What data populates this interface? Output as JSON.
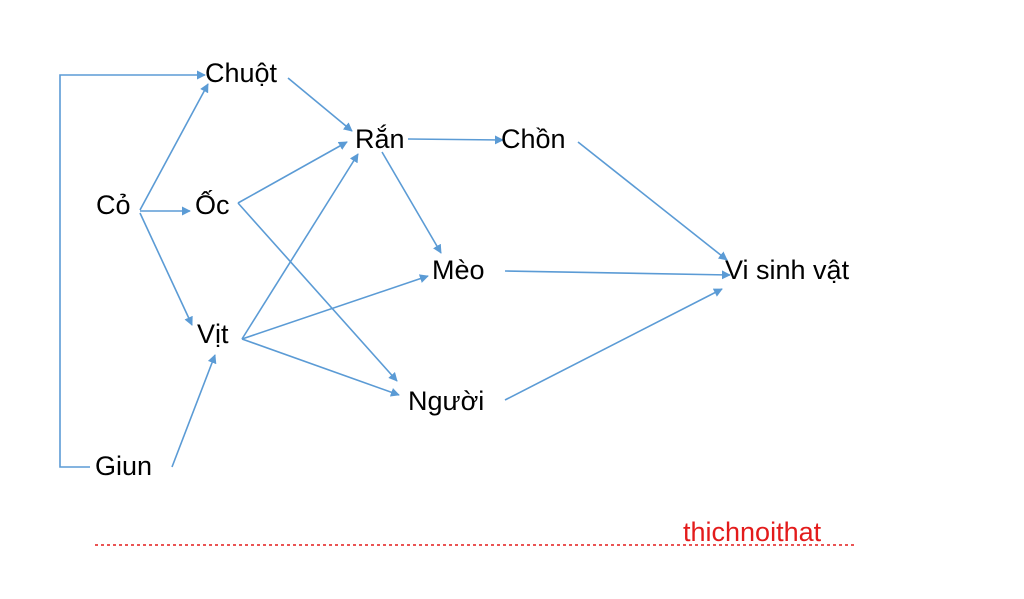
{
  "colors": {
    "edge": "#5b9bd5",
    "text": "#000000",
    "watermark": "#e31b1b"
  },
  "nodes": {
    "co": "Cỏ",
    "chuot": "Chuột",
    "oc": "Ốc",
    "vit": "Vịt",
    "giun": "Giun",
    "ran": "Rắn",
    "chon": "Chồn",
    "meo": "Mèo",
    "nguoi": "Người",
    "vsv": "Vi sinh vật"
  },
  "edges": [
    {
      "from": "co",
      "to": "chuot"
    },
    {
      "from": "co",
      "to": "oc"
    },
    {
      "from": "co",
      "to": "vit"
    },
    {
      "from": "giun",
      "to": "chuot"
    },
    {
      "from": "giun",
      "to": "vit"
    },
    {
      "from": "chuot",
      "to": "ran"
    },
    {
      "from": "oc",
      "to": "ran"
    },
    {
      "from": "oc",
      "to": "nguoi"
    },
    {
      "from": "vit",
      "to": "ran"
    },
    {
      "from": "vit",
      "to": "meo"
    },
    {
      "from": "vit",
      "to": "nguoi"
    },
    {
      "from": "ran",
      "to": "chon"
    },
    {
      "from": "ran",
      "to": "meo"
    },
    {
      "from": "chon",
      "to": "vsv"
    },
    {
      "from": "meo",
      "to": "vsv"
    },
    {
      "from": "nguoi",
      "to": "vsv"
    }
  ],
  "watermark": "thichnoithat"
}
